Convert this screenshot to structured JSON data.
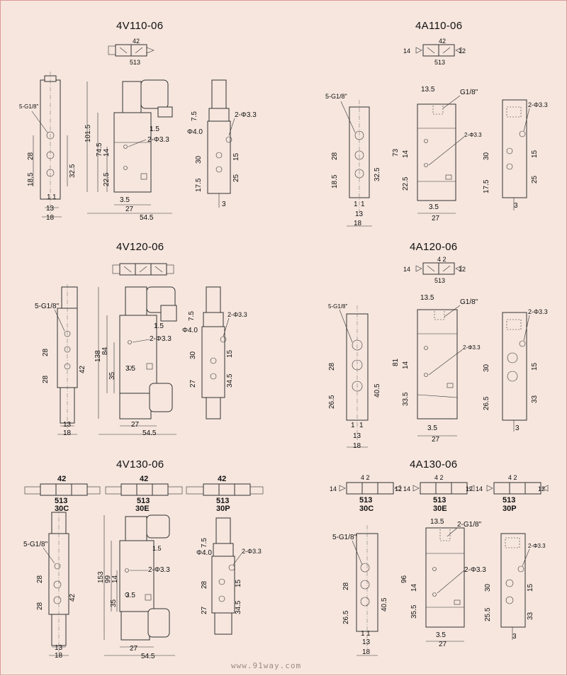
{
  "sections": {
    "v110": {
      "title": "4V110-06",
      "symbol": {
        "top": "42",
        "bottom": "513"
      },
      "dims": {
        "port_note": "5-G1/8\"",
        "d28": "28",
        "d185": "18.5",
        "d325": "32.5",
        "d1a": "1",
        "d1b": "1",
        "d13": "13",
        "d18": "18",
        "d1015": "101.5",
        "d745": "74.5",
        "d14": "14",
        "d225": "22.5",
        "d15": "1.5",
        "hole": "2-Φ3.3",
        "d35": "3.5",
        "d27": "27",
        "d545": "54.5",
        "d75": "7.5",
        "phi4": "Φ4.0",
        "hole_r": "2-Φ3.3",
        "d30": "30",
        "d15r": "15",
        "d175": "17.5",
        "d25": "25",
        "d3": "3"
      }
    },
    "a110": {
      "title": "4A110-06",
      "symbol": {
        "left": "14",
        "top": "42",
        "right": "12",
        "bottom": "513"
      },
      "dims": {
        "port_note": "5-G1/8\"",
        "d28": "28",
        "d185": "18.5",
        "d325": "32.5",
        "d1a": "1",
        "d1b": "1",
        "d13": "13",
        "d18": "18",
        "d135": "13.5",
        "g18": "G1/8\"",
        "d73": "73",
        "d14": "14",
        "d225": "22.5",
        "hole": "2-Φ3.3",
        "d35": "3.5",
        "d27": "27",
        "hole_r": "2-Φ3.3",
        "d30": "30",
        "d15": "15",
        "d175": "17.5",
        "d25": "25",
        "d3": "3"
      }
    },
    "v120": {
      "title": "4V120-06",
      "dims": {
        "port_note": "5-G1/8\"",
        "d28a": "28",
        "d28b": "28",
        "d42": "42",
        "d13": "13",
        "d18": "18",
        "d138": "138",
        "d84": "84",
        "d35": "35",
        "d15": "1.5",
        "hole": "2-Φ3.3",
        "d35s": "3.5",
        "d27": "27",
        "d545": "54.5",
        "d75": "7.5",
        "phi4": "Φ4.0",
        "hole_r": "2-Φ3.3",
        "d30": "30",
        "d15r": "15",
        "d27r": "27",
        "d345": "34.5"
      }
    },
    "a120": {
      "title": "4A120-06",
      "symbol": {
        "left": "14",
        "top": "4 2",
        "right": "12",
        "bottom": "513"
      },
      "dims": {
        "port_note": "5-G1/8\"",
        "d28": "28",
        "d265": "26.5",
        "d405": "40.5",
        "d1a": "1",
        "d1b": "1",
        "d13": "13",
        "d18": "18",
        "d135": "13.5",
        "g18": "G1/8\"",
        "d81": "81",
        "d14": "14",
        "d335": "33.5",
        "hole": "2-Φ3.3",
        "d35": "3.5",
        "d27": "27",
        "hole_r": "2-Φ3.3",
        "d30": "30",
        "d15": "15",
        "d265r": "26.5",
        "d33": "33",
        "d3": "3"
      }
    },
    "v130": {
      "title": "4V130-06",
      "symbols": [
        {
          "top": "42",
          "bottom": "513",
          "code": "30C"
        },
        {
          "top": "42",
          "bottom": "513",
          "code": "30E"
        },
        {
          "top": "42",
          "bottom": "513",
          "code": "30P"
        }
      ],
      "dims": {
        "port_note": "5-G1/8\"",
        "d28a": "28",
        "d28b": "28",
        "d42": "42",
        "d13": "13",
        "d18": "18",
        "d153": "153",
        "d99": "99",
        "d14": "14",
        "d35": "35",
        "d15": "1.5",
        "hole": "2-Φ3.3",
        "d35s": "3.5",
        "d27": "27",
        "d545": "54.5",
        "d75": "7.5",
        "phi4": "Φ4.0",
        "hole_r": "2-Φ3.3",
        "d28r": "28",
        "d15r": "15",
        "d27r": "27",
        "d345": "34.5"
      }
    },
    "a130": {
      "title": "4A130-06",
      "symbols": [
        {
          "left": "14",
          "top": "4 2",
          "right": "12",
          "bottom": "513",
          "code": "30C"
        },
        {
          "left": "14",
          "top": "4 2",
          "right": "12",
          "bottom": "513",
          "code": "30E"
        },
        {
          "left": "14",
          "top": "4 2",
          "right": "12",
          "bottom": "513",
          "code": "30P"
        }
      ],
      "dims": {
        "port_note": "5-G1/8\"",
        "d28": "28",
        "d265": "26.5",
        "d405": "40.5",
        "d1a": "1",
        "d1b": "1",
        "d13": "13",
        "d18": "18",
        "d135": "13.5",
        "g18": "2-G1/8\"",
        "d96": "96",
        "d14": "14",
        "d355": "35.5",
        "hole": "2-Φ3.3",
        "d35": "3.5",
        "d27": "27",
        "hole_r": "2-Φ3.3",
        "d30": "30",
        "d15": "15",
        "d255": "25.5",
        "d33": "33",
        "d3": "3"
      }
    }
  },
  "watermark": "www.91way.com"
}
